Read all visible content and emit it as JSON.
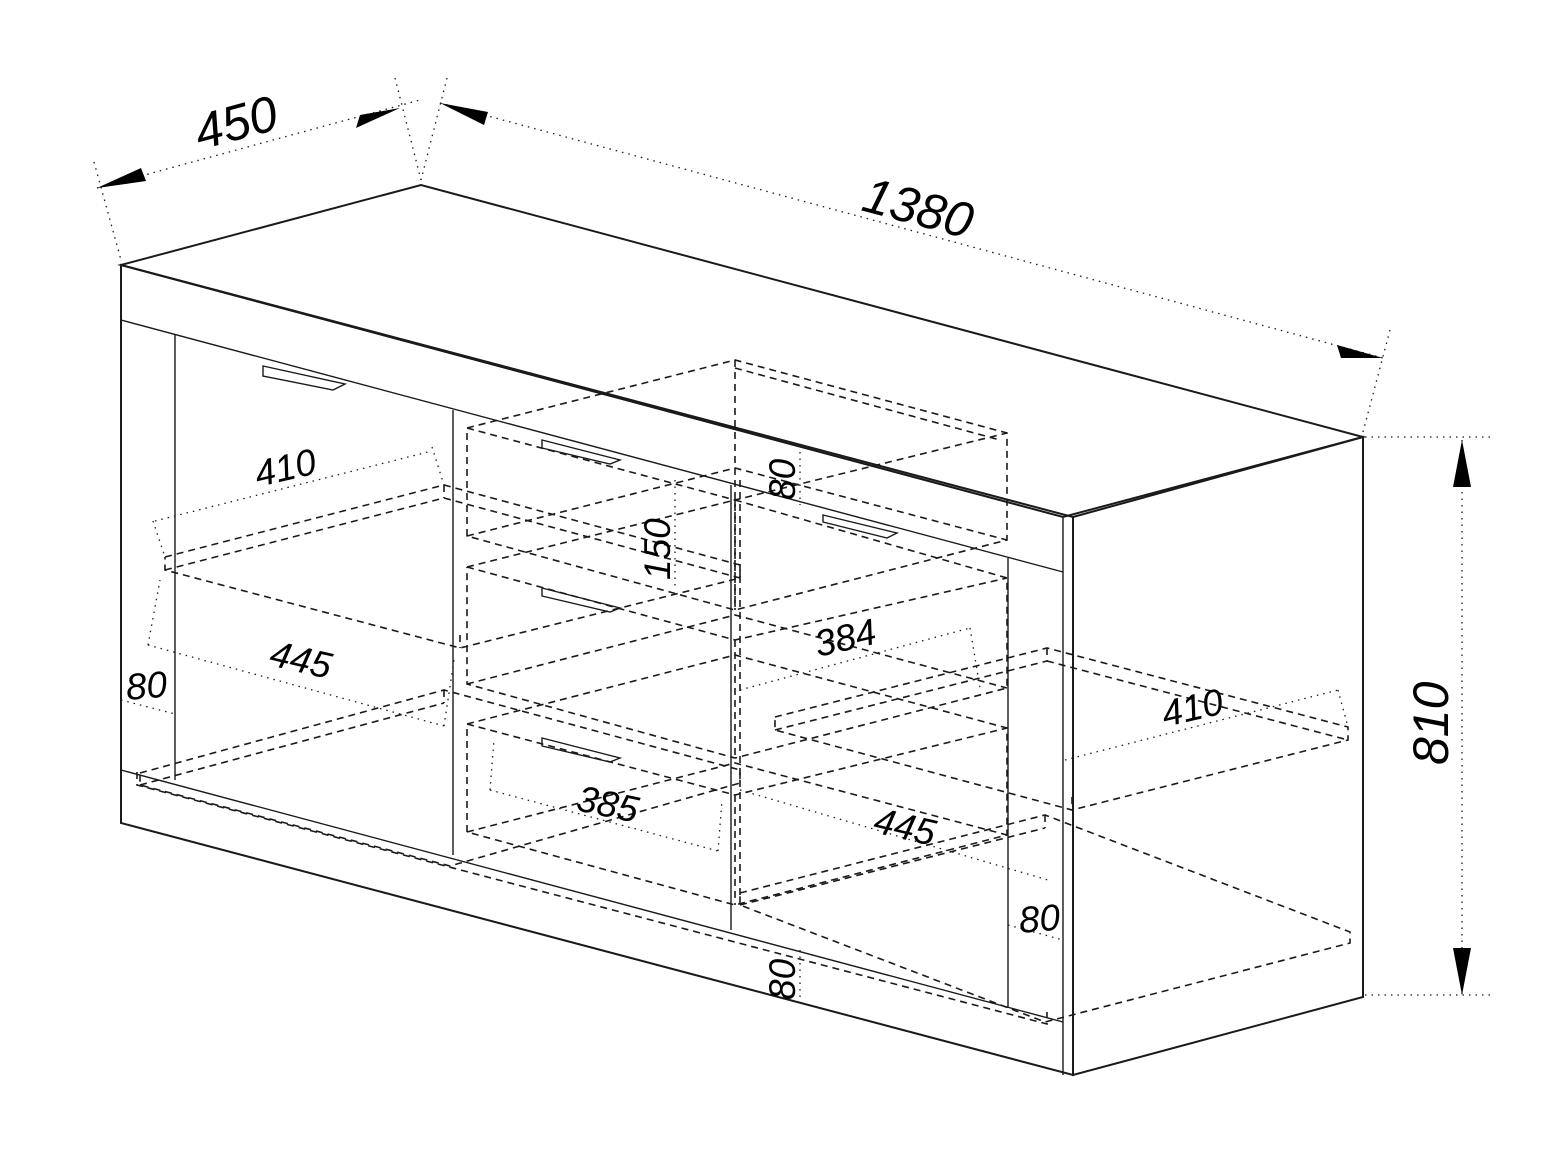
{
  "drawing": {
    "dimensions": {
      "depth_overall": "450",
      "width_overall": "1380",
      "height_overall": "810",
      "shelf_left_upper_depth": "410",
      "shelf_left_lower_depth": "445",
      "left_side_thickness": "80",
      "drawer_front_height": "150",
      "top_rail_height": "80",
      "bottom_drawer_width": "385",
      "right_drawer_width": "384",
      "shelf_right_upper_depth": "410",
      "shelf_right_lower_depth": "445",
      "right_side_thickness": "80",
      "plinth_height": "80"
    }
  }
}
